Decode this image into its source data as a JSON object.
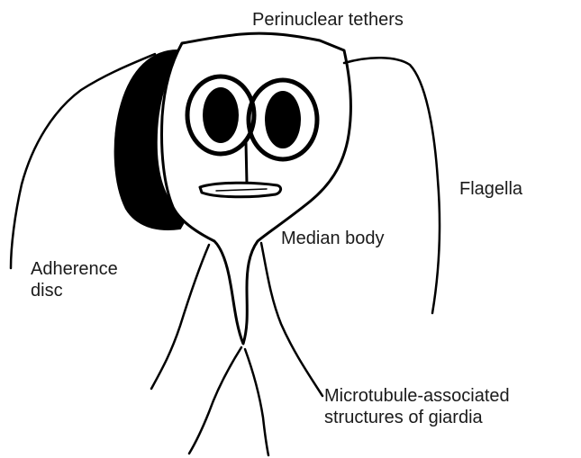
{
  "labels": {
    "perinuclear_tethers": "Perinuclear tethers",
    "flagella": "Flagella",
    "median_body": "Median body",
    "adherence_disc": [
      "Adherence",
      "disc"
    ],
    "microtubule_structures": [
      "Microtubule-associated",
      "structures of giardia"
    ]
  },
  "colors": {
    "ink": "#000000",
    "background": "#ffffff",
    "text": "#1a1a1a"
  }
}
